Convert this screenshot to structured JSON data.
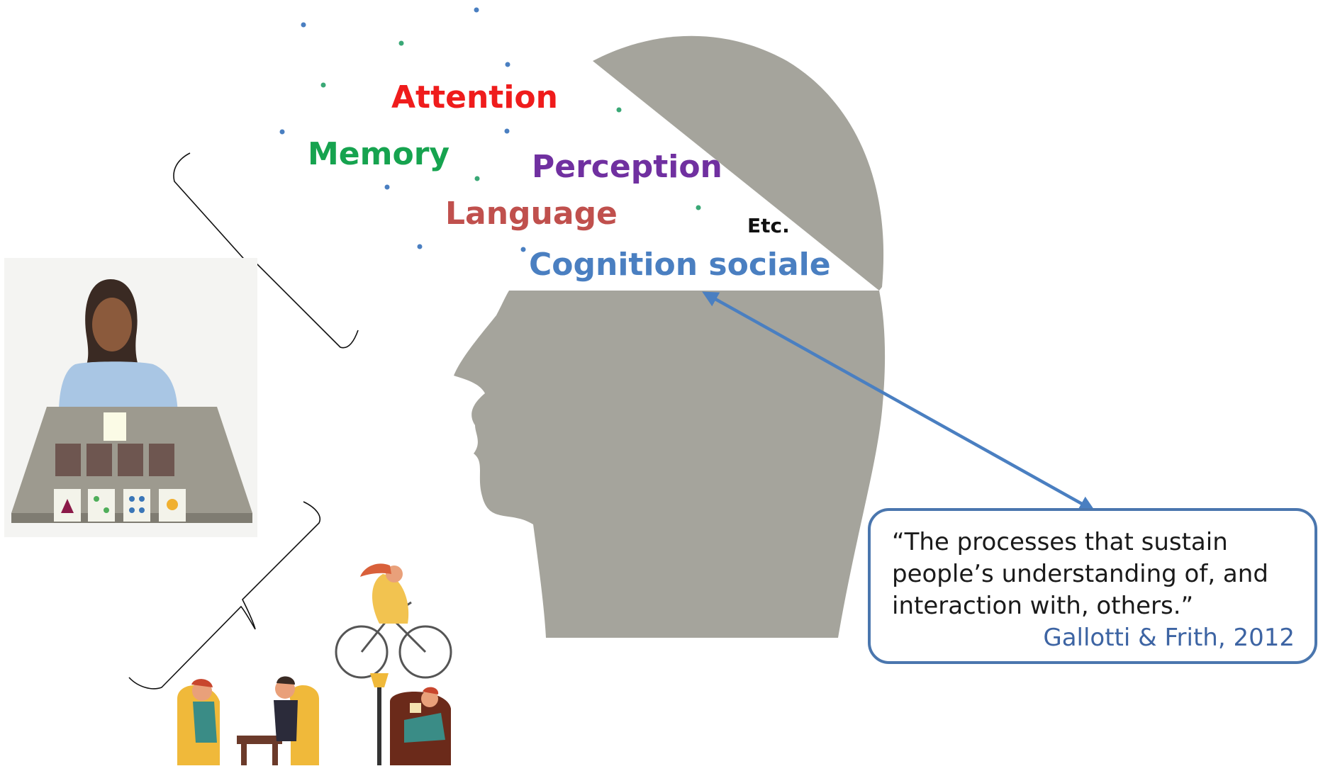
{
  "cognitive_functions": [
    {
      "label": "Attention",
      "color": "#ef1c1c"
    },
    {
      "label": "Memory",
      "color": "#16a34f"
    },
    {
      "label": "Perception",
      "color": "#7030a0"
    },
    {
      "label": "Language",
      "color": "#c0504d"
    },
    {
      "label": "Etc.",
      "color": "#111111"
    },
    {
      "label": "Cognition sociale",
      "color": "#4a7fc1"
    }
  ],
  "quote": {
    "text": "“The processes that sustain people’s understanding of, and interaction with, others.”",
    "citation": "Gallotti & Frith, 2012",
    "border_color": "#4a76ae",
    "citation_color": "#3d64a3"
  },
  "colors": {
    "head": "#a5a49c",
    "arrow": "#4a7fc1"
  },
  "illustrations": {
    "top": "card-sorting-task-illustration",
    "bottom": "social-daily-life-illustration"
  }
}
